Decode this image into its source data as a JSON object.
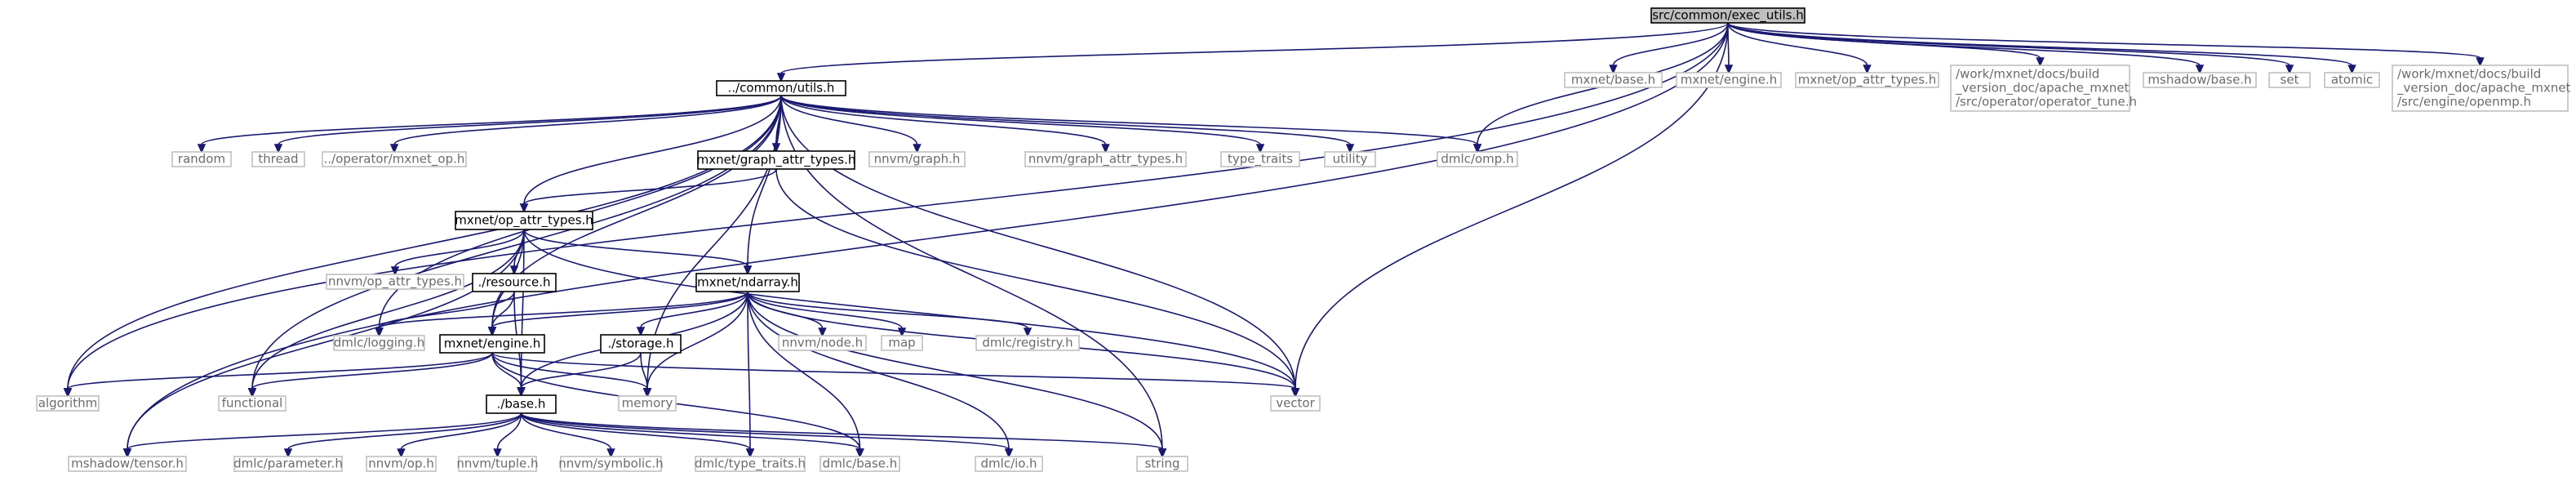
{
  "colors": {
    "edge": "#191970",
    "root_fill": "#bfbfbf",
    "root_stroke": "#000000",
    "internal_stroke": "#000000",
    "external_stroke": "#bfbfbf",
    "internal_text": "#000000",
    "external_text": "#6b6b6b",
    "node_fill": "#ffffff"
  },
  "nodes": [
    {
      "id": "exec_utils",
      "lines": [
        "src/common/exec_utils.h"
      ],
      "kind": "root"
    },
    {
      "id": "common_utils",
      "lines": [
        "../common/utils.h"
      ],
      "kind": "internal"
    },
    {
      "id": "mxnet_base_h",
      "lines": [
        "mxnet/base.h"
      ],
      "kind": "external"
    },
    {
      "id": "mxnet_engine_ext",
      "lines": [
        "mxnet/engine.h"
      ],
      "kind": "external"
    },
    {
      "id": "mxnet_op_attr_ext",
      "lines": [
        "mxnet/op_attr_types.h"
      ],
      "kind": "external"
    },
    {
      "id": "operator_tune",
      "lines": [
        "/work/mxnet/docs/build",
        "_version_doc/apache_mxnet",
        "/src/operator/operator_tune.h"
      ],
      "kind": "external"
    },
    {
      "id": "mshadow_base",
      "lines": [
        "mshadow/base.h"
      ],
      "kind": "external"
    },
    {
      "id": "set",
      "lines": [
        "set"
      ],
      "kind": "external"
    },
    {
      "id": "atomic",
      "lines": [
        "atomic"
      ],
      "kind": "external"
    },
    {
      "id": "openmp",
      "lines": [
        "/work/mxnet/docs/build",
        "_version_doc/apache_mxnet",
        "/src/engine/openmp.h"
      ],
      "kind": "external"
    },
    {
      "id": "random",
      "lines": [
        "random"
      ],
      "kind": "external"
    },
    {
      "id": "thread",
      "lines": [
        "thread"
      ],
      "kind": "external"
    },
    {
      "id": "mxnet_op",
      "lines": [
        "../operator/mxnet_op.h"
      ],
      "kind": "external"
    },
    {
      "id": "graph_attr_types",
      "lines": [
        "mxnet/graph_attr_types.h"
      ],
      "kind": "internal"
    },
    {
      "id": "nnvm_graph",
      "lines": [
        "nnvm/graph.h"
      ],
      "kind": "external"
    },
    {
      "id": "nnvm_graph_attr",
      "lines": [
        "nnvm/graph_attr_types.h"
      ],
      "kind": "external"
    },
    {
      "id": "type_traits",
      "lines": [
        "type_traits"
      ],
      "kind": "external"
    },
    {
      "id": "utility",
      "lines": [
        "utility"
      ],
      "kind": "external"
    },
    {
      "id": "dmlc_omp",
      "lines": [
        "dmlc/omp.h"
      ],
      "kind": "external"
    },
    {
      "id": "op_attr_types",
      "lines": [
        "mxnet/op_attr_types.h"
      ],
      "kind": "internal"
    },
    {
      "id": "nnvm_op_attr",
      "lines": [
        "nnvm/op_attr_types.h"
      ],
      "kind": "external"
    },
    {
      "id": "resource",
      "lines": [
        "./resource.h"
      ],
      "kind": "internal"
    },
    {
      "id": "ndarray",
      "lines": [
        "mxnet/ndarray.h"
      ],
      "kind": "internal"
    },
    {
      "id": "dmlc_logging",
      "lines": [
        "dmlc/logging.h"
      ],
      "kind": "external"
    },
    {
      "id": "engine",
      "lines": [
        "mxnet/engine.h"
      ],
      "kind": "internal"
    },
    {
      "id": "storage",
      "lines": [
        "./storage.h"
      ],
      "kind": "internal"
    },
    {
      "id": "nnvm_node",
      "lines": [
        "nnvm/node.h"
      ],
      "kind": "external"
    },
    {
      "id": "map",
      "lines": [
        "map"
      ],
      "kind": "external"
    },
    {
      "id": "dmlc_registry",
      "lines": [
        "dmlc/registry.h"
      ],
      "kind": "external"
    },
    {
      "id": "algorithm",
      "lines": [
        "algorithm"
      ],
      "kind": "external"
    },
    {
      "id": "functional",
      "lines": [
        "functional"
      ],
      "kind": "external"
    },
    {
      "id": "memory",
      "lines": [
        "memory"
      ],
      "kind": "external"
    },
    {
      "id": "vector",
      "lines": [
        "vector"
      ],
      "kind": "external"
    },
    {
      "id": "base",
      "lines": [
        "./base.h"
      ],
      "kind": "internal"
    },
    {
      "id": "mshadow_tensor",
      "lines": [
        "mshadow/tensor.h"
      ],
      "kind": "external"
    },
    {
      "id": "dmlc_parameter",
      "lines": [
        "dmlc/parameter.h"
      ],
      "kind": "external"
    },
    {
      "id": "nnvm_op",
      "lines": [
        "nnvm/op.h"
      ],
      "kind": "external"
    },
    {
      "id": "nnvm_tuple",
      "lines": [
        "nnvm/tuple.h"
      ],
      "kind": "external"
    },
    {
      "id": "nnvm_symbolic",
      "lines": [
        "nnvm/symbolic.h"
      ],
      "kind": "external"
    },
    {
      "id": "dmlc_type_traits",
      "lines": [
        "dmlc/type_traits.h"
      ],
      "kind": "external"
    },
    {
      "id": "dmlc_base",
      "lines": [
        "dmlc/base.h"
      ],
      "kind": "external"
    },
    {
      "id": "dmlc_io",
      "lines": [
        "dmlc/io.h"
      ],
      "kind": "external"
    },
    {
      "id": "string",
      "lines": [
        "string"
      ],
      "kind": "external"
    }
  ],
  "edges": [
    [
      "exec_utils",
      "common_utils"
    ],
    [
      "exec_utils",
      "mxnet_base_h"
    ],
    [
      "exec_utils",
      "mxnet_engine_ext"
    ],
    [
      "exec_utils",
      "mxnet_op_attr_ext"
    ],
    [
      "exec_utils",
      "operator_tune"
    ],
    [
      "exec_utils",
      "mshadow_base"
    ],
    [
      "exec_utils",
      "set"
    ],
    [
      "exec_utils",
      "atomic"
    ],
    [
      "exec_utils",
      "openmp"
    ],
    [
      "exec_utils",
      "dmlc_omp"
    ],
    [
      "exec_utils",
      "vector"
    ],
    [
      "exec_utils",
      "algorithm"
    ],
    [
      "exec_utils",
      "mshadow_tensor"
    ],
    [
      "common_utils",
      "random"
    ],
    [
      "common_utils",
      "thread"
    ],
    [
      "common_utils",
      "mxnet_op"
    ],
    [
      "common_utils",
      "graph_attr_types"
    ],
    [
      "common_utils",
      "nnvm_graph"
    ],
    [
      "common_utils",
      "nnvm_graph_attr"
    ],
    [
      "common_utils",
      "type_traits"
    ],
    [
      "common_utils",
      "utility"
    ],
    [
      "common_utils",
      "dmlc_omp"
    ],
    [
      "common_utils",
      "op_attr_types"
    ],
    [
      "common_utils",
      "ndarray"
    ],
    [
      "common_utils",
      "engine"
    ],
    [
      "common_utils",
      "dmlc_logging"
    ],
    [
      "common_utils",
      "algorithm"
    ],
    [
      "common_utils",
      "functional"
    ],
    [
      "common_utils",
      "memory"
    ],
    [
      "common_utils",
      "vector"
    ],
    [
      "common_utils",
      "string"
    ],
    [
      "graph_attr_types",
      "op_attr_types"
    ],
    [
      "graph_attr_types",
      "vector"
    ],
    [
      "op_attr_types",
      "nnvm_op_attr"
    ],
    [
      "op_attr_types",
      "resource"
    ],
    [
      "op_attr_types",
      "ndarray"
    ],
    [
      "op_attr_types",
      "engine"
    ],
    [
      "op_attr_types",
      "functional"
    ],
    [
      "op_attr_types",
      "mshadow_tensor"
    ],
    [
      "op_attr_types",
      "base"
    ],
    [
      "op_attr_types",
      "vector"
    ],
    [
      "resource",
      "dmlc_logging"
    ],
    [
      "resource",
      "engine"
    ],
    [
      "resource",
      "base"
    ],
    [
      "ndarray",
      "dmlc_logging"
    ],
    [
      "ndarray",
      "engine"
    ],
    [
      "ndarray",
      "storage"
    ],
    [
      "ndarray",
      "nnvm_node"
    ],
    [
      "ndarray",
      "map"
    ],
    [
      "ndarray",
      "dmlc_registry"
    ],
    [
      "ndarray",
      "memory"
    ],
    [
      "ndarray",
      "vector"
    ],
    [
      "ndarray",
      "string"
    ],
    [
      "ndarray",
      "dmlc_io"
    ],
    [
      "ndarray",
      "dmlc_base"
    ],
    [
      "ndarray",
      "dmlc_type_traits"
    ],
    [
      "ndarray",
      "base"
    ],
    [
      "engine",
      "algorithm"
    ],
    [
      "engine",
      "functional"
    ],
    [
      "engine",
      "memory"
    ],
    [
      "engine",
      "vector"
    ],
    [
      "engine",
      "base"
    ],
    [
      "engine",
      "dmlc_base"
    ],
    [
      "storage",
      "memory"
    ],
    [
      "storage",
      "base"
    ],
    [
      "base",
      "mshadow_tensor"
    ],
    [
      "base",
      "dmlc_parameter"
    ],
    [
      "base",
      "nnvm_op"
    ],
    [
      "base",
      "nnvm_tuple"
    ],
    [
      "base",
      "nnvm_symbolic"
    ],
    [
      "base",
      "dmlc_type_traits"
    ],
    [
      "base",
      "dmlc_base"
    ],
    [
      "base",
      "dmlc_io"
    ],
    [
      "base",
      "string"
    ]
  ]
}
